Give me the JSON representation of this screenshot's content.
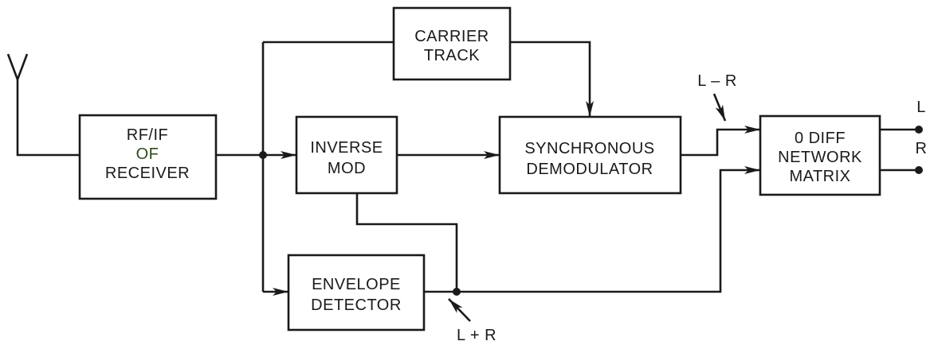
{
  "blocks": {
    "receiver": {
      "line1": "RF/IF",
      "line2": "OF",
      "line3": "RECEIVER"
    },
    "carrier_track": {
      "line1": "CARRIER",
      "line2": "TRACK"
    },
    "inverse_mod": {
      "line1": "INVERSE",
      "line2": "MOD"
    },
    "sync_demod": {
      "line1": "SYNCHRONOUS",
      "line2": "DEMODULATOR"
    },
    "envelope_detector": {
      "line1": "ENVELOPE",
      "line2": "DETECTOR"
    },
    "network_matrix": {
      "line1": "0 DIFF",
      "line2": "NETWORK",
      "line3": "MATRIX"
    }
  },
  "signals": {
    "difference": "L – R",
    "sum": "L + R"
  },
  "outputs": {
    "left": "L",
    "right": "R"
  }
}
